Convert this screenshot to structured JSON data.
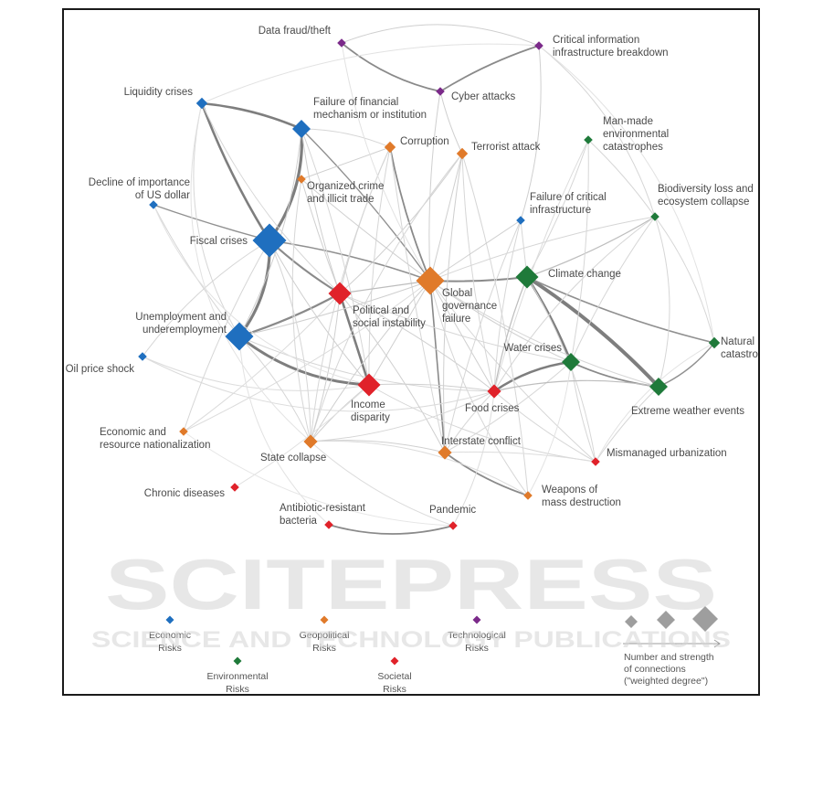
{
  "colors": {
    "economic": "#1f6fbf",
    "geopolitical": "#e07a2a",
    "technological": "#7b2a8a",
    "environmental": "#1f7a3a",
    "societal": "#e0222a",
    "legend_gray": "#9e9e9e"
  },
  "nodes": [
    {
      "id": "data-fraud",
      "lines": [
        "Data fraud/theft"
      ],
      "cat": "technological",
      "w": 1
    },
    {
      "id": "critical-info",
      "lines": [
        "Critical information",
        "infrastructure breakdown"
      ],
      "cat": "technological",
      "w": 1
    },
    {
      "id": "cyber-attacks",
      "lines": [
        "Cyber attacks"
      ],
      "cat": "technological",
      "w": 1
    },
    {
      "id": "liquidity-crises",
      "lines": [
        "Liquidity crises"
      ],
      "cat": "economic",
      "w": 2
    },
    {
      "id": "failure-financial",
      "lines": [
        "Failure of financial",
        "mechanism or institution"
      ],
      "cat": "economic",
      "w": 4
    },
    {
      "id": "corruption",
      "lines": [
        "Corruption"
      ],
      "cat": "geopolitical",
      "w": 2
    },
    {
      "id": "terrorist-attack",
      "lines": [
        "Terrorist attack"
      ],
      "cat": "geopolitical",
      "w": 2
    },
    {
      "id": "man-made-env",
      "lines": [
        "Man-made",
        "environmental",
        "catastrophes"
      ],
      "cat": "environmental",
      "w": 1
    },
    {
      "id": "decline-us-dollar",
      "lines": [
        "Decline of importance",
        "of US dollar"
      ],
      "cat": "economic",
      "w": 1
    },
    {
      "id": "organized-crime",
      "lines": [
        "Organized crime",
        "and illicit trade"
      ],
      "cat": "geopolitical",
      "w": 1
    },
    {
      "id": "failure-critical-infra",
      "lines": [
        "Failure of critical",
        "infrastructure"
      ],
      "cat": "economic",
      "w": 1
    },
    {
      "id": "biodiversity-loss",
      "lines": [
        "Biodiversity loss and",
        "ecosystem collapse"
      ],
      "cat": "environmental",
      "w": 1
    },
    {
      "id": "fiscal-crises",
      "lines": [
        "Fiscal crises"
      ],
      "cat": "economic",
      "w": 7
    },
    {
      "id": "global-governance",
      "lines": [
        "Global",
        "governance",
        "failure"
      ],
      "cat": "geopolitical",
      "w": 6
    },
    {
      "id": "climate-change",
      "lines": [
        "Climate change"
      ],
      "cat": "environmental",
      "w": 5
    },
    {
      "id": "political-instability",
      "lines": [
        "Political and",
        "social instability"
      ],
      "cat": "societal",
      "w": 5
    },
    {
      "id": "unemployment",
      "lines": [
        "Unemployment and",
        "underemployment"
      ],
      "cat": "economic",
      "w": 6
    },
    {
      "id": "natural-catastrophes",
      "lines": [
        "Natural",
        "catastrophes"
      ],
      "cat": "environmental",
      "w": 2
    },
    {
      "id": "oil-price-shock",
      "lines": [
        "Oil price shock"
      ],
      "cat": "economic",
      "w": 1
    },
    {
      "id": "water-crises",
      "lines": [
        "Water crises"
      ],
      "cat": "environmental",
      "w": 4
    },
    {
      "id": "income-disparity",
      "lines": [
        "Income",
        "disparity"
      ],
      "cat": "societal",
      "w": 5
    },
    {
      "id": "food-crises",
      "lines": [
        "Food crises"
      ],
      "cat": "societal",
      "w": 3
    },
    {
      "id": "extreme-weather",
      "lines": [
        "Extreme weather events"
      ],
      "cat": "environmental",
      "w": 4
    },
    {
      "id": "economic-nationalization",
      "lines": [
        "Economic and",
        "resource nationalization"
      ],
      "cat": "geopolitical",
      "w": 1
    },
    {
      "id": "state-collapse",
      "lines": [
        "State collapse"
      ],
      "cat": "geopolitical",
      "w": 3
    },
    {
      "id": "interstate-conflict",
      "lines": [
        "Interstate conflict"
      ],
      "cat": "geopolitical",
      "w": 3
    },
    {
      "id": "mismanaged-urbanization",
      "lines": [
        "Mismanaged urbanization"
      ],
      "cat": "societal",
      "w": 1
    },
    {
      "id": "chronic-diseases",
      "lines": [
        "Chronic diseases"
      ],
      "cat": "societal",
      "w": 1
    },
    {
      "id": "weapons-mass-destruction",
      "lines": [
        "Weapons of",
        "mass destruction"
      ],
      "cat": "geopolitical",
      "w": 1
    },
    {
      "id": "antibiotic-bacteria",
      "lines": [
        "Antibiotic-resistant",
        "bacteria"
      ],
      "cat": "societal",
      "w": 1
    },
    {
      "id": "pandemic",
      "lines": [
        "Pandemic"
      ],
      "cat": "societal",
      "w": 1
    }
  ],
  "legend": {
    "categories": [
      {
        "id": "economic",
        "lines": [
          "Economic",
          "Risks"
        ]
      },
      {
        "id": "geopolitical",
        "lines": [
          "Geopolitical",
          "Risks"
        ]
      },
      {
        "id": "technological",
        "lines": [
          "Technological",
          "Risks"
        ]
      },
      {
        "id": "environmental",
        "lines": [
          "Environmental",
          "Risks"
        ]
      },
      {
        "id": "societal",
        "lines": [
          "Societal",
          "Risks"
        ]
      }
    ],
    "size_label": [
      "Number and strength",
      "of connections",
      "(\"weighted degree\")"
    ]
  },
  "watermark": {
    "line1": "SCITEPRESS",
    "line2": "SCIENCE AND TECHNOLOGY PUBLICATIONS"
  }
}
